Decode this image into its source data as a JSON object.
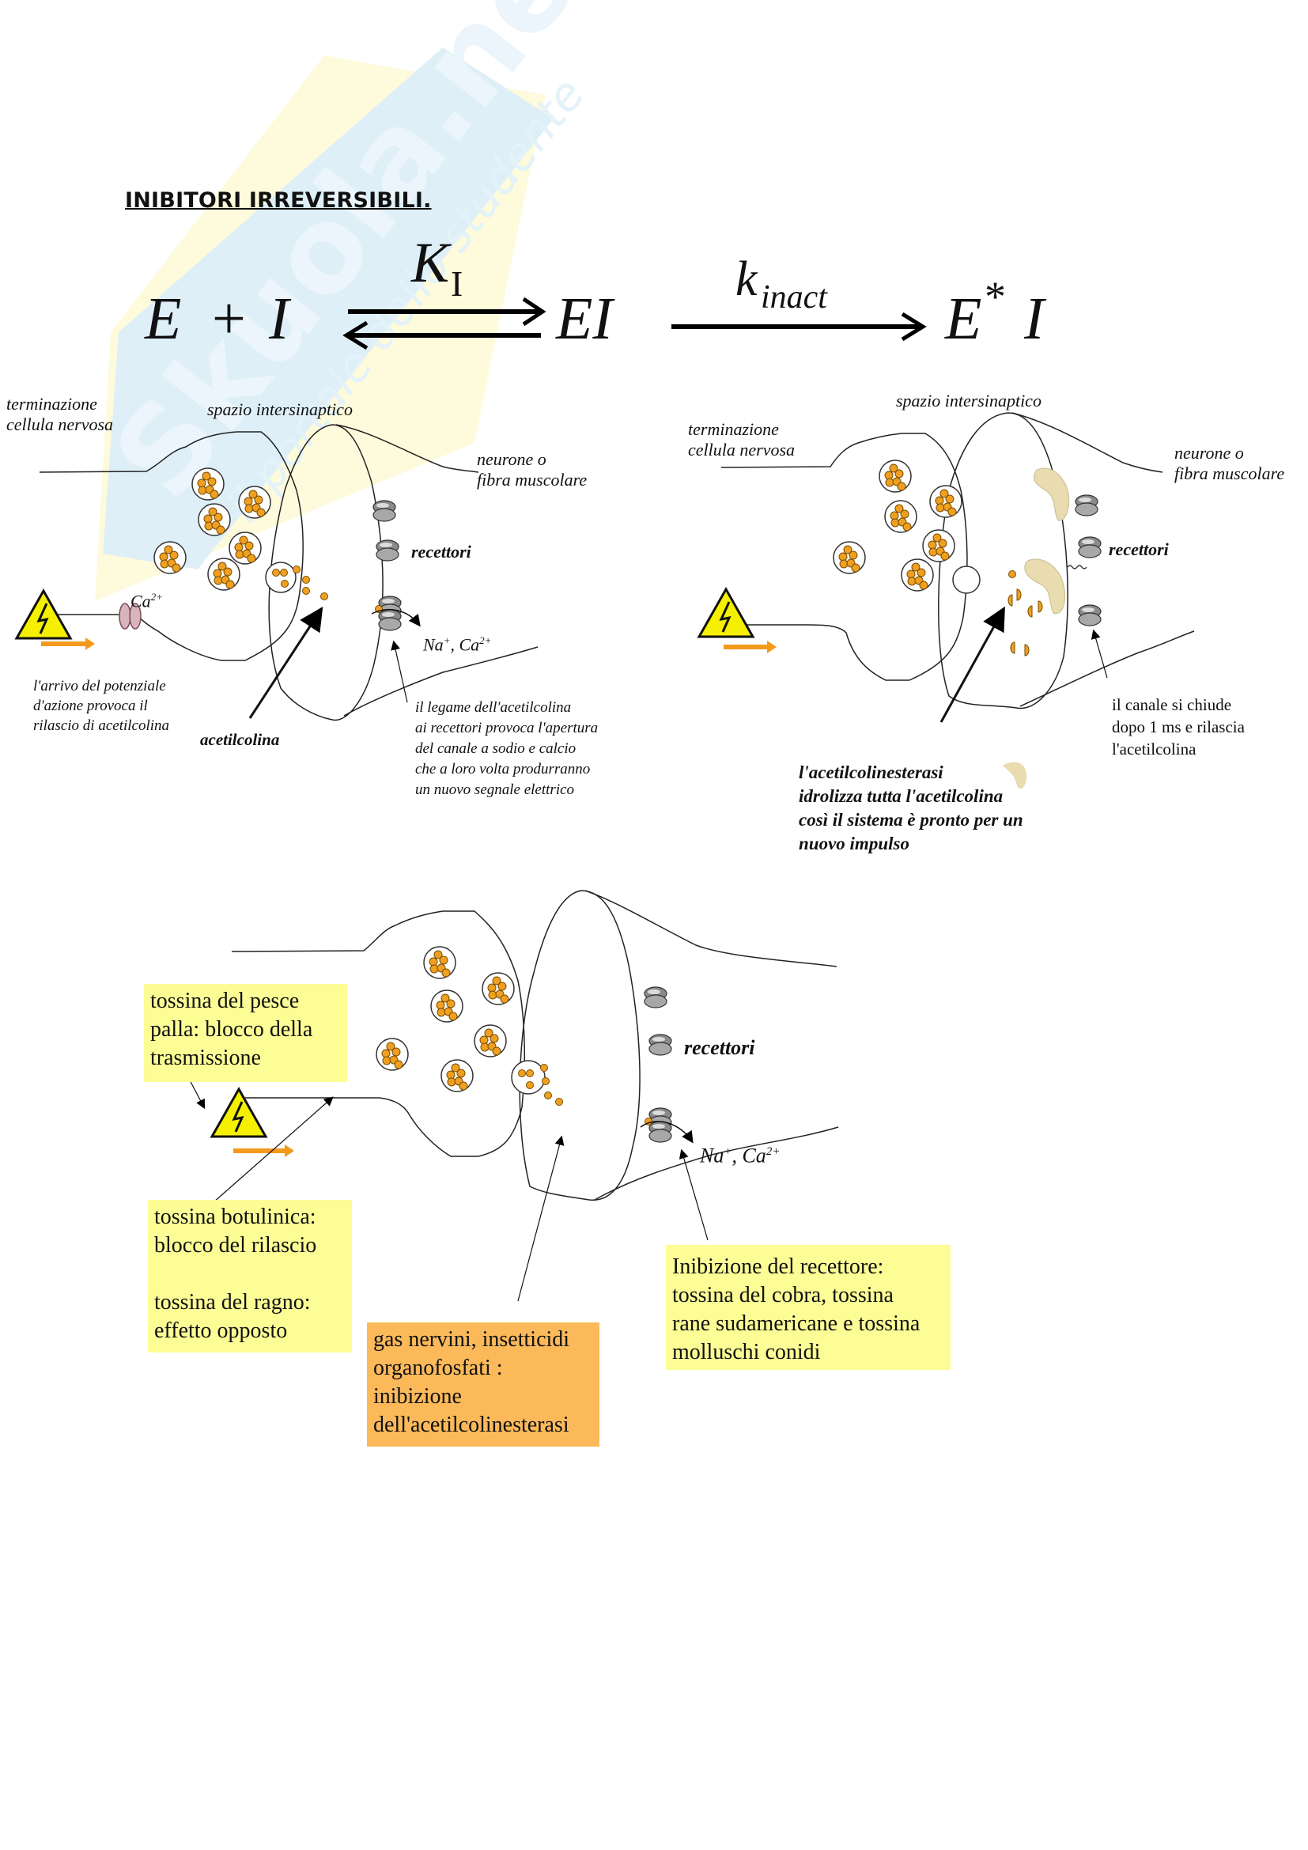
{
  "watermark": {
    "brand": "Skuola.net",
    "tagline": "il portale dello studente"
  },
  "title": "INIBITORI IRREVERSIBILI.",
  "equation": {
    "reactant_e": "E",
    "plus": "+",
    "reactant_i": "I",
    "k1_symbol": "K",
    "k1_subscript": "I",
    "intermediate": "EI",
    "k2_symbol": "k",
    "k2_subscript": "inact",
    "product_e": "E",
    "product_star": "*",
    "product_i": "I"
  },
  "diagram_left": {
    "label_terminazione_1": "terminazione",
    "label_terminazione_2": "cellula nervosa",
    "label_spazio": "spazio intersinaptico",
    "label_neurone_1": "neurone o",
    "label_neurone_2": "fibra muscolare",
    "label_recettori": "recettori",
    "label_ca": "Ca",
    "label_ca_sup": "2+",
    "label_ions": "Na",
    "label_ions_sup1": "+",
    "label_ions_mid": ", Ca",
    "label_ions_sup2": "2+",
    "caption_arrivo": [
      "l'arrivo del potenziale",
      "d'azione provoca il",
      "rilascio di acetilcolina"
    ],
    "label_acetilcolina": "acetilcolina",
    "caption_legame": [
      "il legame dell'acetilcolina",
      "ai recettori provoca l'apertura",
      "del canale a sodio e calcio",
      "che a loro volta produrranno",
      "un nuovo segnale elettrico"
    ]
  },
  "diagram_right": {
    "label_spazio": "spazio intersinaptico",
    "label_terminazione_1": "terminazione",
    "label_terminazione_2": "cellula nervosa",
    "label_neurone_1": "neurone o",
    "label_neurone_2": "fibra muscolare",
    "label_recettori": "recettori",
    "caption_canale": [
      "il canale si chiude",
      "dopo 1 ms e rilascia",
      "l'acetilcolina"
    ],
    "caption_acetilcolinesterasi": [
      "l'acetilcolinesterasi",
      "idrolizza tutta l'acetilcolina",
      "così il sistema è pronto per un",
      "nuovo impulso"
    ]
  },
  "diagram_bottom": {
    "label_recettori": "recettori",
    "label_ions": "Na",
    "label_ions_sup1": "+",
    "label_ions_mid": ", Ca",
    "label_ions_sup2": "2+",
    "box_pesce_palla": [
      "tossina del pesce",
      "palla: blocco della",
      "trasmissione"
    ],
    "box_botulinica": [
      "tossina botulinica:",
      "blocco del rilascio",
      "",
      "tossina del ragno:",
      "effetto opposto"
    ],
    "box_gas_nervini": [
      "gas nervini, insetticidi",
      "organofosfati :",
      "inibizione",
      "dell'acetilcolinesterasi"
    ],
    "box_recettore": [
      "Inibizione del recettore:",
      "tossina del cobra, tossina",
      "rane sudamericane e tossina",
      "molluschi conidi"
    ]
  },
  "colors": {
    "box_yellow": "#fdfd96",
    "box_orange": "#fbb95a",
    "acetylcholine": "#f0a020",
    "warning_yellow": "#f5f000",
    "arrow_orange": "#f39a1c",
    "enzyme": "#e8dcb0",
    "watermark_blue": "#d6ecf6",
    "watermark_yellow": "#fdfbd8"
  }
}
